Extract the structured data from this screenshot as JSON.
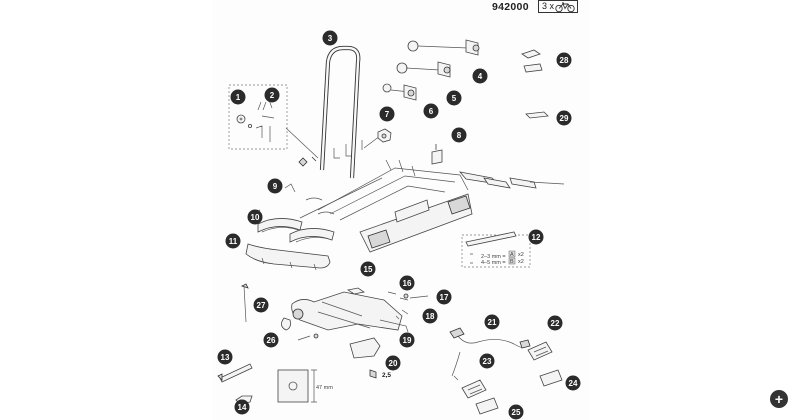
{
  "header": {
    "article_number": "942000",
    "quantity_label": "3 x",
    "bike_icon": "bike-icon"
  },
  "callouts": [
    "1",
    "2",
    "3",
    "4",
    "5",
    "6",
    "7",
    "8",
    "9",
    "10",
    "11",
    "12",
    "13",
    "14",
    "15",
    "16",
    "17",
    "18",
    "19",
    "20",
    "21",
    "22",
    "23",
    "24",
    "25",
    "26",
    "27",
    "28",
    "29"
  ],
  "labels": {
    "thickness_small": "2–3 mm =",
    "thickness_large": "4–5 mm =",
    "code_a": "A",
    "code_b": "B",
    "multiplier": "x2",
    "dimension": "47 mm",
    "screw_size": "2,5"
  },
  "zoom_icon": "zoom-in-icon"
}
